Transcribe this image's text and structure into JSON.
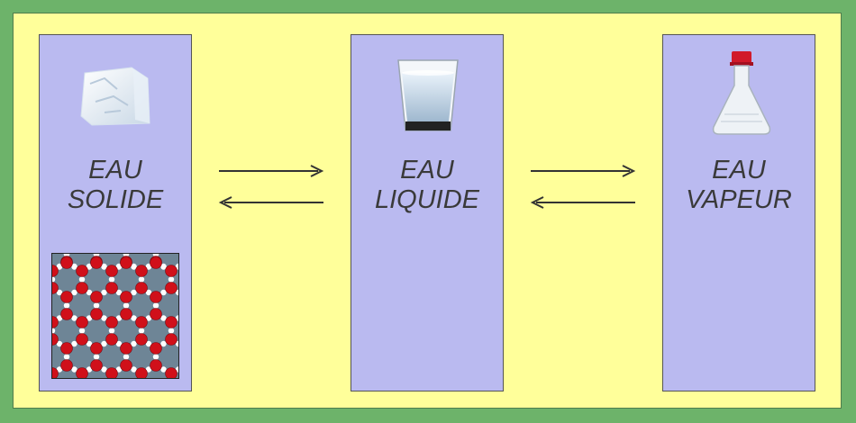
{
  "states": [
    {
      "line1": "EAU",
      "line2": "SOLIDE",
      "icon": "ice-cube-icon"
    },
    {
      "line1": "EAU",
      "line2": "LIQUIDE",
      "icon": "water-glass-icon"
    },
    {
      "line1": "EAU",
      "line2": "VAPEUR",
      "icon": "flask-icon"
    }
  ],
  "colors": {
    "background": "#6db36a",
    "frame": "#ffff9a",
    "panel": "#babaf0",
    "arrow": "#333333",
    "oxygen": "#d0101a",
    "hydrogen": "#ffffff"
  },
  "lattice": {
    "molecule": "H2O",
    "structure": "hexagonal-ice"
  }
}
